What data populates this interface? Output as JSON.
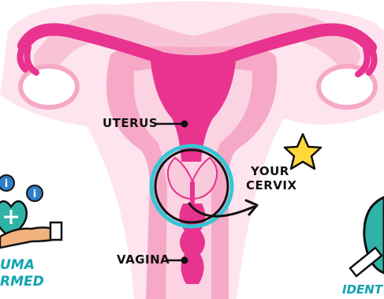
{
  "labels": {
    "uterus": "UTERUS",
    "your_cervix_line1": "YOUR",
    "your_cervix_line2": "CERVIX",
    "vagina": "VAGINA"
  },
  "edge_text": {
    "left_line1": "UMA",
    "left_line2": "RMED",
    "right": "IDENT"
  },
  "colors": {
    "uterus_magenta": "#e8338f",
    "tissue_pink": "#f6a9c6",
    "background_pink": "#fbd3e2",
    "cervix_highlight": "#f9c9dc",
    "ring_cyan": "#35c6d6",
    "star_yellow": "#ffd93b",
    "teal_text": "#10a3b0",
    "heart_teal": "#2fb3a7",
    "ink": "#111111"
  },
  "icons": [
    "star-icon",
    "info-icon",
    "heart-icon",
    "hand-icon",
    "arrow-icon"
  ]
}
